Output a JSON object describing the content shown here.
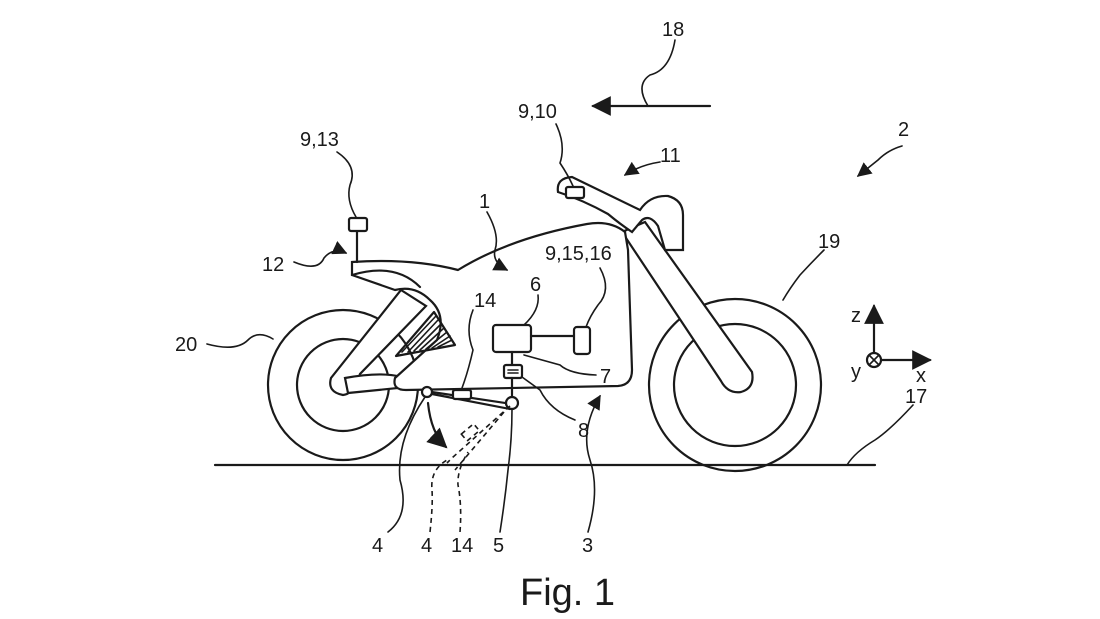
{
  "caption": "Fig. 1",
  "labels": {
    "l18": "18",
    "l910": "9,10",
    "l11": "11",
    "l2": "2",
    "l913": "9,13",
    "l1": "1",
    "l12": "12",
    "l91516": "9,15,16",
    "l19": "19",
    "l6": "6",
    "l14": "14",
    "l20": "20",
    "l7": "7",
    "l17": "17",
    "l8": "8",
    "b4a": "4",
    "b4b": "4",
    "b14": "14",
    "b5": "5",
    "b3": "3"
  },
  "axes": {
    "z": "z",
    "y": "y",
    "x": "x"
  }
}
